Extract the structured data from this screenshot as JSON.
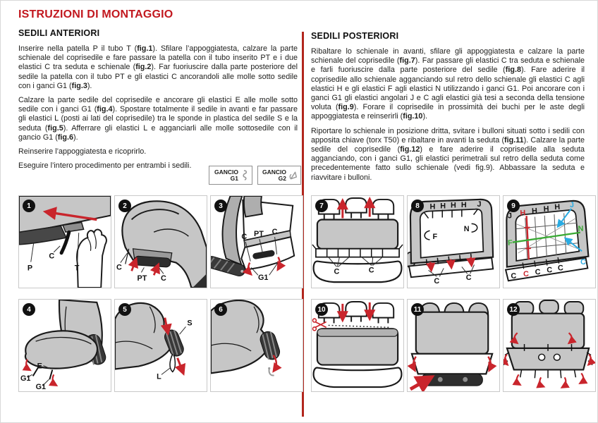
{
  "page": {
    "title": "ISTRUZIONI DI MONTAGGIO"
  },
  "front_seats": {
    "heading": "SEDILI ANTERIORI",
    "paragraphs": [
      "Inserire nella patella P il tubo T (**fig.1**). Sfilare l’appoggiatesta, calzare la parte schienale del coprisedile e fare passare la patella con il tubo inserito PT e i due elastici C tra seduta e schienale (**fig.2**). Far fuoriuscire dalla parte posteriore del sedile la patella con il tubo PT e gli elastici C ancorandoli alle molle sotto sedile con i ganci G1 (**fig.3**).",
      "Calzare la parte sedile del coprisedile e ancorare gli elastici E alle molle sotto sedile con i ganci G1 (**fig.4**). Spostare totalmente il sedile in avanti e far passare gli elastici L (posti ai lati del coprisedile) tra le sponde in plastica del sedile S e la seduta (**fig.5**). Afferrare gli elastici L e agganciarli alle molle sottosedile con il gancio G1 (**fig.6**).",
      "Reinserire l’appoggiatesta e ricoprirlo.",
      "Eseguire l’intero procedimento per entrambi i sedili."
    ]
  },
  "rear_seats": {
    "heading": "SEDILI POSTERIORI",
    "paragraphs": [
      "Ribaltare lo schienale in avanti, sfilare gli appoggiatesta e calzare la parte schienale del coprisedile (**fig.7**). Far passare gli elastici C tra seduta e schienale e farli fuoriuscire dalla parte posteriore del sedile (**fig.8**). Fare aderire il coprisedile allo schienale agganciando sul retro dello schienale gli elastici C agli elastici H e gli elastici F agli elastici N utilizzando i ganci G1. Poi ancorare con i ganci G1 gli elastici angolari J e C agli elastici già tesi a seconda della tensione voluta (**fig.9**). Forare il coprisedile in prossimità dei buchi per le aste degli appoggiatesta e reinserirli (**fig.10**).",
      "Riportare lo schienale in posizione dritta, svitare i bulloni situati sotto i sedili con apposita chiave (torx T50) e ribaltare in avanti la seduta (**fig.11**). Calzare la parte sedile del coprisedile (**fig.12**) e fare aderire il coprisedile alla seduta agganciando, con i ganci G1, gli elastici perimetrali sul retro della seduta come precedentemente fatto sullo schienale (vedi fig.9). Abbassare la seduta e riavvitare i bulloni."
    ]
  },
  "hook_legend": {
    "items": [
      {
        "label": "GANCIO",
        "code": "G1",
        "icon": "hook-g1-icon"
      },
      {
        "label": "GANCIO",
        "code": "G2",
        "icon": "hook-g2-icon"
      }
    ]
  },
  "figures": {
    "panels": [
      {
        "number": "1",
        "labels": [
          "P",
          "C",
          "T"
        ]
      },
      {
        "number": "2",
        "labels": [
          "C",
          "PT",
          "C"
        ]
      },
      {
        "number": "3",
        "labels": [
          "C",
          "PT",
          "C",
          "G1"
        ]
      },
      {
        "number": "4",
        "labels": [
          "E",
          "G1",
          "G1"
        ]
      },
      {
        "number": "5",
        "labels": [
          "S",
          "L"
        ]
      },
      {
        "number": "6",
        "labels": []
      },
      {
        "number": "7",
        "labels": [
          "C",
          "C"
        ]
      },
      {
        "number": "8",
        "labels": [
          "J",
          "H",
          "H",
          "H",
          "H",
          "J",
          "F",
          "N",
          "C",
          "C"
        ]
      },
      {
        "number": "9",
        "labels": [
          "J",
          "H",
          "H",
          "H",
          "H",
          "J",
          "F",
          "N",
          "C",
          "C",
          "C",
          "C",
          "C",
          "C"
        ]
      },
      {
        "number": "10",
        "labels": []
      },
      {
        "number": "11",
        "labels": []
      },
      {
        "number": "12",
        "labels": []
      }
    ]
  },
  "colors": {
    "title_red": "#c2181f",
    "divider_red": "#b2261d",
    "arrow_red": "#c9252c",
    "elastic_cyan": "#29abe2",
    "elastic_green": "#3aaa35"
  }
}
